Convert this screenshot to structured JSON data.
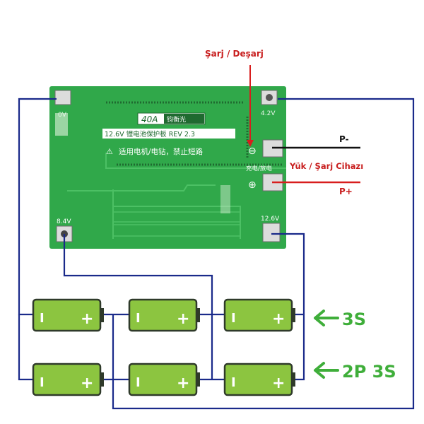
{
  "annotations": {
    "sarj_desarj": "Şarj  / Deşarj",
    "p_minus": "P-",
    "p_plus": "P+",
    "yuk_sarj": "Yük / Şarj Cihazı",
    "series_3s": "3S",
    "parallel_2p3s": "2P 3S"
  },
  "board": {
    "title_40a": "40A",
    "brand_cn": "钧衡光",
    "rev": "12.6V 锂电池保护板 REV 2.3",
    "warning": "适用电机/电钻，禁止短路",
    "charge_label": "充电/放电",
    "minus_symbol": "⊖",
    "plus_symbol": "⊕",
    "pad_0v": "0V",
    "pad_42v": "4.2V",
    "pad_84v": "8.4V",
    "pad_126v": "12.6V"
  },
  "battery": {
    "neg": "I",
    "pos": "+"
  },
  "colors": {
    "board": "#2ea043",
    "wire": "#1a2a8a",
    "red": "#d81e1e",
    "arrow": "#3fae3a",
    "battery": "#8cc540"
  }
}
